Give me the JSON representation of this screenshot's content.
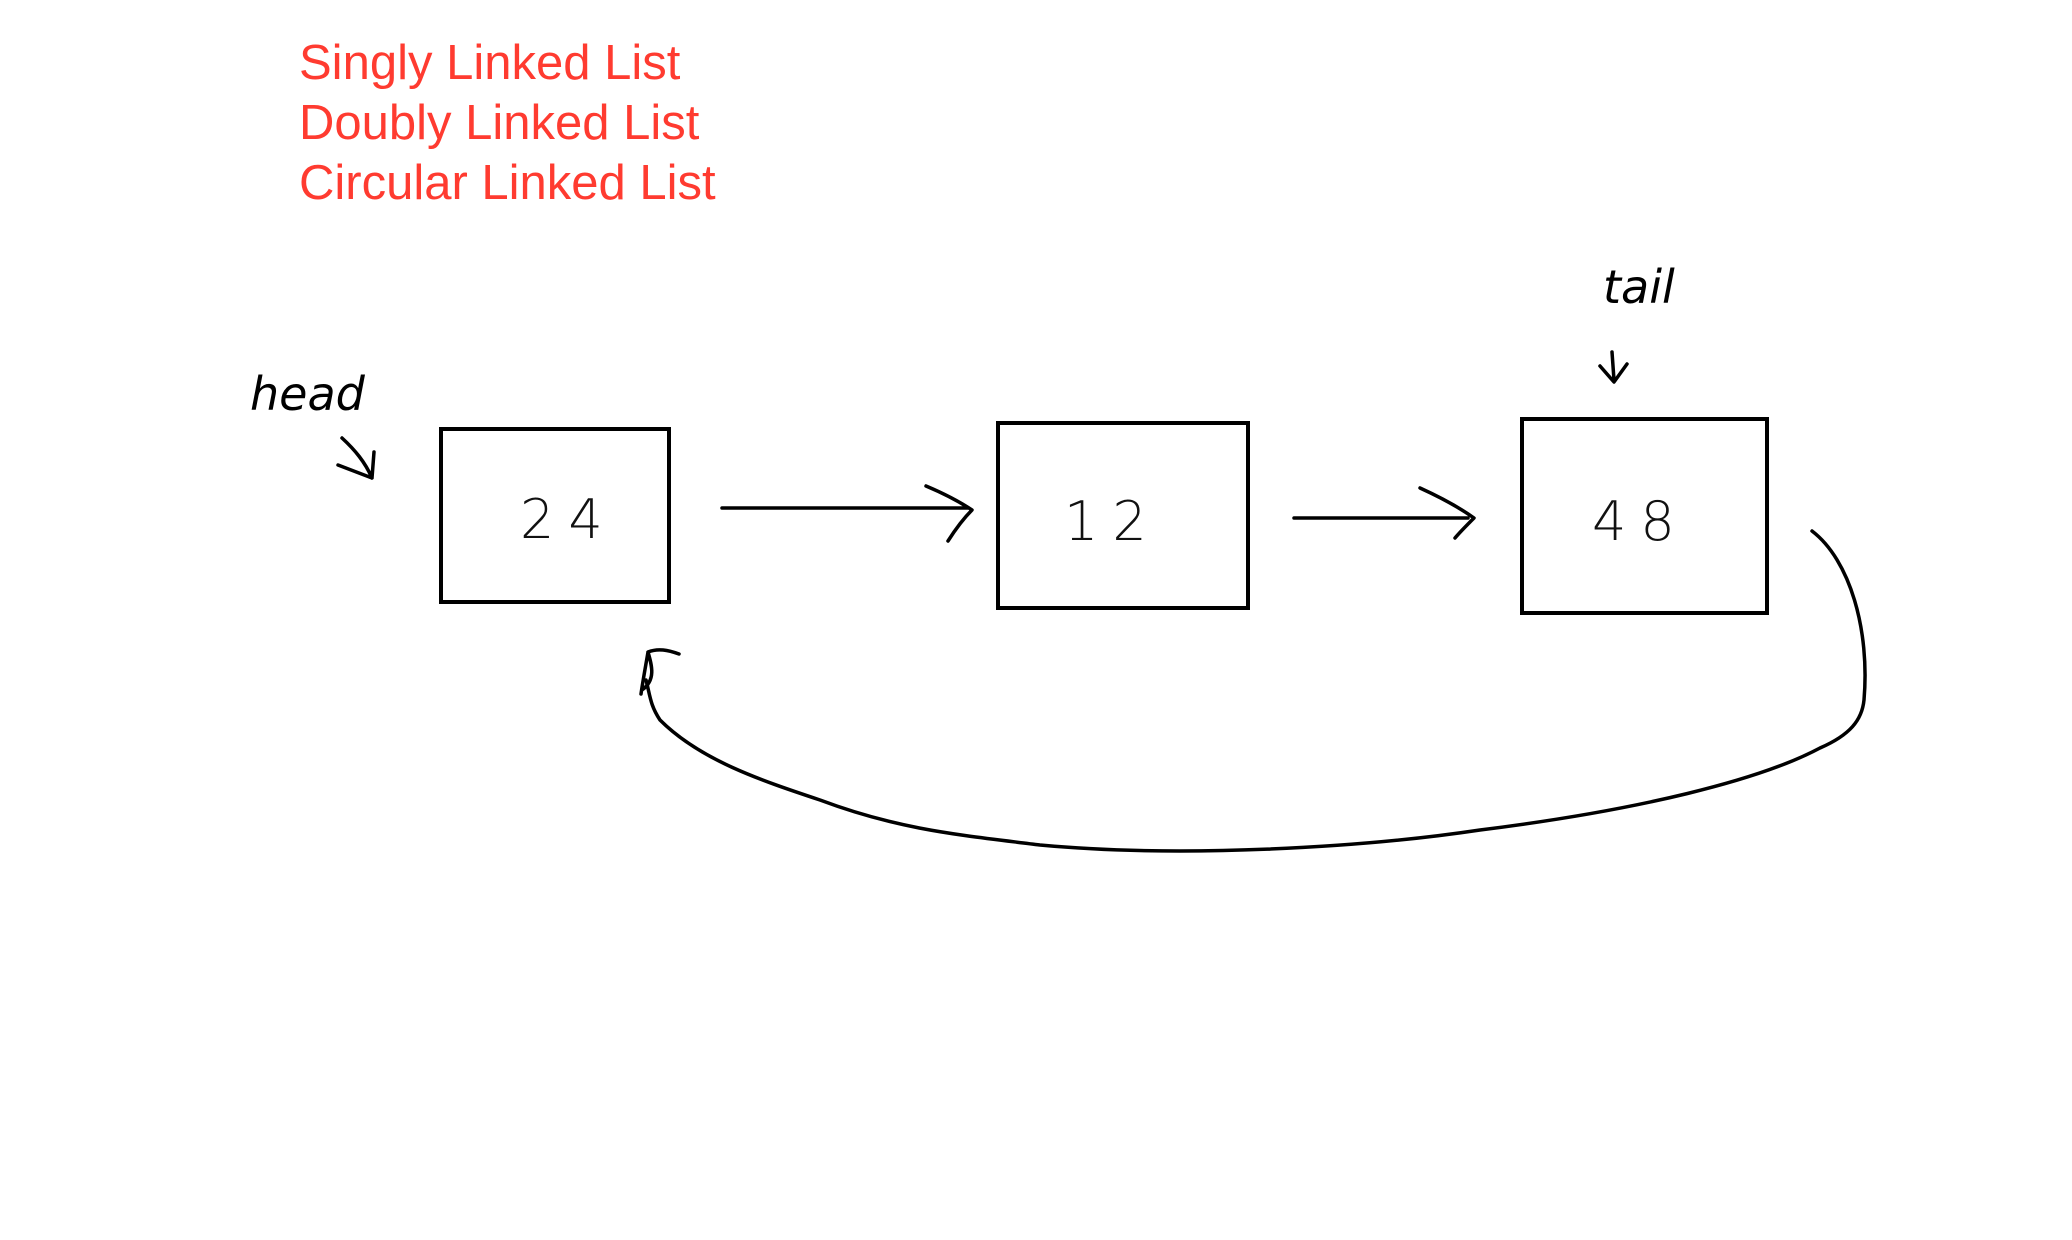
{
  "list_types": [
    "Singly Linked List",
    "Doubly Linked List",
    "Circular Linked List"
  ],
  "pointers": {
    "head_label": "head",
    "tail_label": "tail"
  },
  "nodes": [
    {
      "value": "24"
    },
    {
      "value": "12"
    },
    {
      "value": "48"
    }
  ],
  "colors": {
    "list_type_text": "#ff3b30",
    "ink": "#000000",
    "background": "#ffffff"
  }
}
